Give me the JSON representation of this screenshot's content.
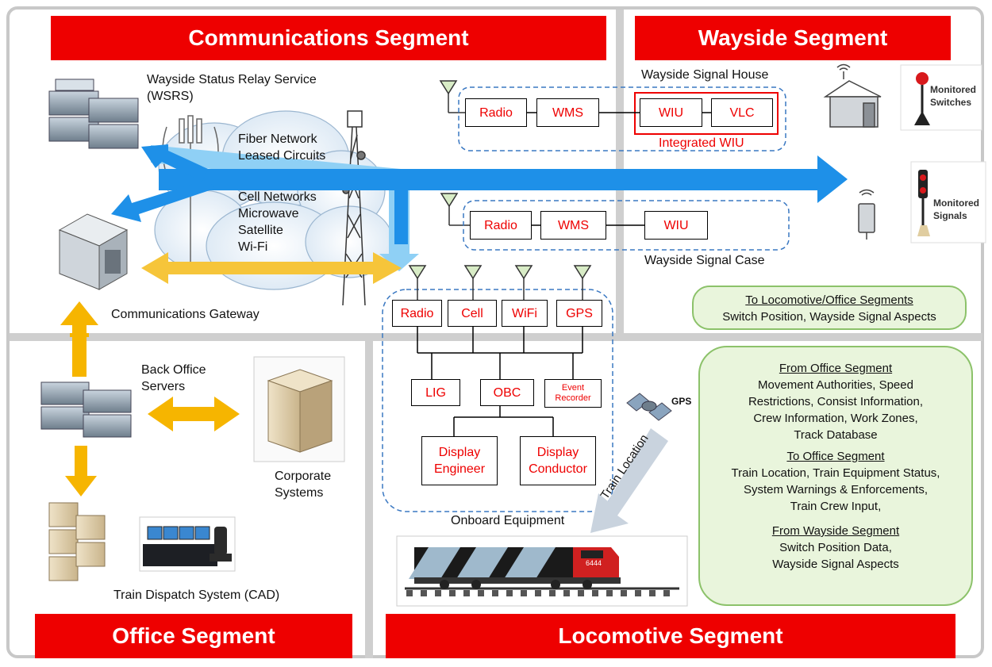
{
  "segments": {
    "communications": "Communications Segment",
    "wayside": "Wayside Segment",
    "office": "Office Segment",
    "locomotive": "Locomotive Segment"
  },
  "communications": {
    "wsrs_line1": "Wayside Status Relay Service",
    "wsrs_line2": "(WSRS)",
    "networks": [
      "Fiber Network",
      "Leased Circuits",
      "Cell Networks",
      "Microwave",
      "Satellite",
      "Wi-Fi"
    ],
    "gateway": "Communications Gateway"
  },
  "wayside": {
    "signal_house": "Wayside Signal House",
    "house_boxes": [
      "Radio",
      "WMS",
      "WIU",
      "VLC"
    ],
    "integrated_wiu": "Integrated WIU",
    "case_boxes": [
      "Radio",
      "WMS",
      "WIU"
    ],
    "signal_case": "Wayside Signal Case",
    "monitored_switches": [
      "Monitored",
      "Switches"
    ],
    "monitored_signals": [
      "Monitored",
      "Signals"
    ],
    "to_loco_title": "To Locomotive/Office Segments",
    "to_loco_text": "Switch Position, Wayside Signal Aspects"
  },
  "onboard": {
    "radios": [
      "Radio",
      "Cell",
      "WiFi",
      "GPS"
    ],
    "lig": "LIG",
    "obc": "OBC",
    "event_recorder": [
      "Event",
      "Recorder"
    ],
    "display_engineer": [
      "Display",
      "Engineer"
    ],
    "display_conductor": [
      "Display",
      "Conductor"
    ],
    "label": "Onboard Equipment",
    "gps_sat": "GPS",
    "train_location": "Train Location",
    "loco_number": "6444"
  },
  "office": {
    "back_office": [
      "Back Office",
      "Servers"
    ],
    "corporate": [
      "Corporate",
      "Systems"
    ],
    "dispatch": "Train Dispatch System (CAD)"
  },
  "info": {
    "from_office_title": "From Office Segment",
    "from_office_lines": [
      "Movement Authorities,  Speed",
      "Restrictions, Consist Information,",
      "Crew Information, Work Zones,",
      "Track Database"
    ],
    "to_office_title": "To Office Segment",
    "to_office_lines": [
      "Train Location, Train Equipment Status,",
      "System Warnings & Enforcements,",
      "Train Crew Input,"
    ],
    "from_wayside_title": "From Wayside Segment",
    "from_wayside_lines": [
      "Switch Position Data,",
      "Wayside Signal Aspects"
    ]
  },
  "colors": {
    "banner_red": "#ee0000",
    "arrow_blue": "#1e90e8",
    "arrow_light_blue": "#8fd0f5",
    "arrow_gold": "#f6b500",
    "info_green_fill": "#e9f5dc",
    "info_green_border": "#8cc26a",
    "dashed_blue": "#3a78c2"
  }
}
